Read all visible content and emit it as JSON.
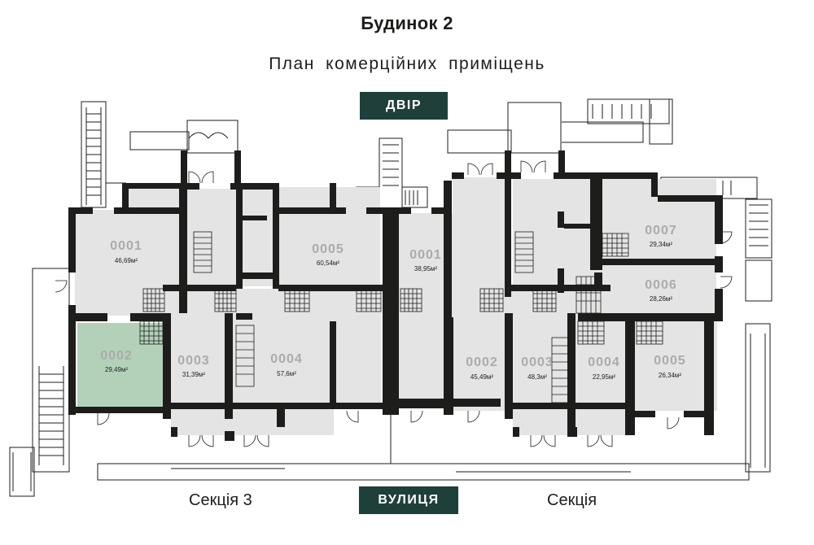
{
  "header": {
    "title": "Будинок 2",
    "subtitle": "План  комерційних  приміщень"
  },
  "badges": {
    "yard": "ДВІР",
    "street": "ВУЛИЦЯ"
  },
  "sections": {
    "left": "Секція 3",
    "right": "Секція"
  },
  "colors": {
    "badge_bg": "#1f3f3a",
    "room_fill": "#e3e4e3",
    "highlight_fill": "#b3d1b9",
    "wall": "#1d1d1b"
  },
  "rooms": [
    {
      "id": "s3-0001",
      "number": "0001",
      "area": "46,69м²",
      "highlighted": false
    },
    {
      "id": "s3-0002",
      "number": "0002",
      "area": "29,49м²",
      "highlighted": true
    },
    {
      "id": "s3-0003",
      "number": "0003",
      "area": "31,39м²",
      "highlighted": false
    },
    {
      "id": "s3-0004",
      "number": "0004",
      "area": "57,6м²",
      "highlighted": false
    },
    {
      "id": "s3-0005",
      "number": "0005",
      "area": "60,54м²",
      "highlighted": false
    },
    {
      "id": "s-0001",
      "number": "0001",
      "area": "38,95м²",
      "highlighted": false
    },
    {
      "id": "s-0002",
      "number": "0002",
      "area": "45,49м²",
      "highlighted": false
    },
    {
      "id": "s-0003",
      "number": "0003",
      "area": "48,3м²",
      "highlighted": false
    },
    {
      "id": "s-0004",
      "number": "0004",
      "area": "22,95м²",
      "highlighted": false
    },
    {
      "id": "s-0005",
      "number": "0005",
      "area": "26,34м²",
      "highlighted": false
    },
    {
      "id": "s-0006",
      "number": "0006",
      "area": "28,26м²",
      "highlighted": false
    },
    {
      "id": "s-0007",
      "number": "0007",
      "area": "29,34м²",
      "highlighted": false
    }
  ]
}
